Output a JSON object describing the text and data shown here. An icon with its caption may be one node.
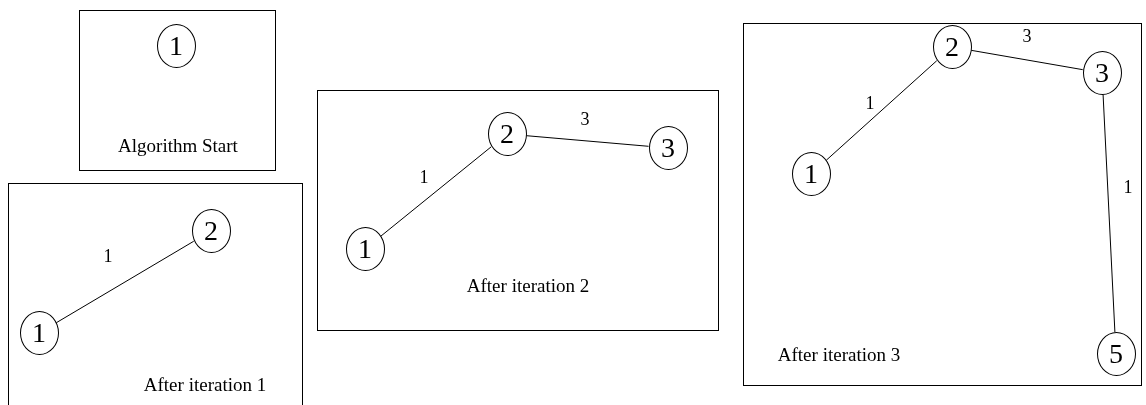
{
  "diagram": {
    "nodes": [
      {
        "text": [
          "Algorithm Start"
        ]
      },
      {
        "text": [
          "1"
        ],
        "in": 0
      },
      {
        "text": [
          "After iteration 1"
        ]
      },
      {
        "text": [
          "2"
        ],
        "in": 2
      },
      {
        "text": [
          "1"
        ],
        "in": 2
      },
      {
        "text": [
          "After iteration 2"
        ]
      },
      {
        "text": [
          "2"
        ],
        "in": 5
      },
      {
        "text": [
          "3"
        ],
        "in": 5
      },
      {
        "text": [
          "1"
        ],
        "in": 5
      },
      {
        "text": [
          "After iteration 3"
        ]
      },
      {
        "text": [
          "2"
        ],
        "in": 9
      },
      {
        "text": [
          "3"
        ],
        "in": 9
      },
      {
        "text": [
          "1"
        ],
        "in": 9
      },
      {
        "text": [
          "5"
        ],
        "in": 9
      }
    ],
    "edges": [
      {
        "from": 4,
        "to": 3,
        "arrow": "none",
        "label": "1"
      },
      {
        "from": 8,
        "to": 6,
        "arrow": "none",
        "label": "1"
      },
      {
        "from": 6,
        "to": 7,
        "arrow": "none",
        "label": "3"
      },
      {
        "from": 12,
        "to": 10,
        "arrow": "none",
        "label": "1"
      },
      {
        "from": 10,
        "to": 11,
        "arrow": "none",
        "label": "3"
      },
      {
        "from": 11,
        "to": 13,
        "arrow": "none",
        "label": "1"
      }
    ]
  }
}
